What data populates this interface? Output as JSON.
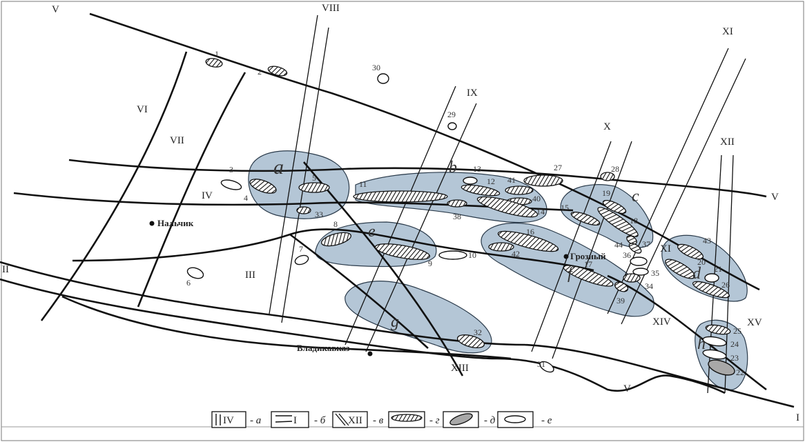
{
  "map": {
    "roman_labels": [
      "V",
      "VIII",
      "IX",
      "X",
      "XI",
      "XII",
      "VI",
      "VII",
      "IV",
      "III",
      "II",
      "I",
      "V",
      "V",
      "XIII",
      "XIV",
      "XV",
      "XI"
    ],
    "deposits": [
      "1",
      "2",
      "30",
      "29",
      "3",
      "4",
      "5",
      "33",
      "13",
      "11",
      "12",
      "41",
      "27",
      "28",
      "40",
      "14",
      "38",
      "15",
      "19",
      "18",
      "37",
      "44",
      "36",
      "35",
      "34",
      "39",
      "16",
      "42",
      "17",
      "8",
      "9",
      "10",
      "7",
      "6",
      "43",
      "20",
      "21",
      "26",
      "32",
      "31",
      "25",
      "24",
      "23",
      "22"
    ],
    "zones": [
      "a",
      "b",
      "c",
      "d",
      "e",
      "f",
      "g",
      "h"
    ],
    "cities": [
      "Нальчик",
      "Грозный",
      "Владикавказ"
    ]
  },
  "legend": {
    "items": [
      {
        "sample": "IV",
        "label": "- a",
        "type": "transverse-zone"
      },
      {
        "sample": "I",
        "label": "- б",
        "type": "longitudinal-fault"
      },
      {
        "sample": "XII",
        "label": "- в",
        "type": "diagonal-zone"
      },
      {
        "sample": "",
        "label": "- г",
        "type": "hatched-deposit"
      },
      {
        "sample": "",
        "label": "- д",
        "type": "grey-deposit"
      },
      {
        "sample": "",
        "label": "- е",
        "type": "open-deposit"
      }
    ]
  },
  "colors": {
    "zone_fill": "#b4c6d6",
    "grey_fill": "#a8a8a8"
  }
}
